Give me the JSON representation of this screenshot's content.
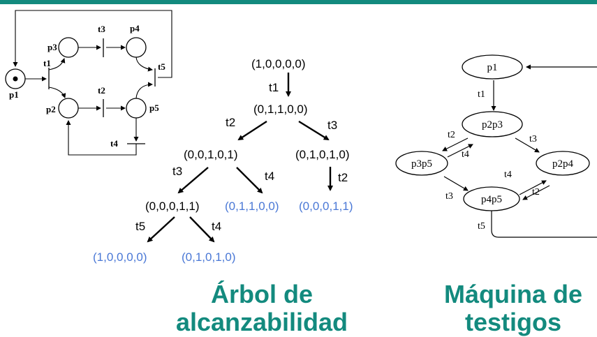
{
  "colors": {
    "accent_teal": "#138a7e",
    "marking_blue": "#4a78d6",
    "ink": "#000000"
  },
  "petri_net": {
    "places": [
      "p1",
      "p2",
      "p3",
      "p4",
      "p5"
    ],
    "transitions": [
      "t1",
      "t2",
      "t3",
      "t4",
      "t5"
    ],
    "initial_token_place": "p1"
  },
  "reachability_tree": {
    "nodes": [
      "(1,0,0,0,0)",
      "(0,1,1,0,0)",
      "(0,0,1,0,1)",
      "(0,1,0,1,0)",
      "(0,0,0,1,1)",
      "(0,1,1,0,0)",
      "(0,0,0,1,1)",
      "(1,0,0,0,0)",
      "(0,1,0,1,0)"
    ],
    "edge_labels": [
      "t1",
      "t2",
      "t3",
      "t3",
      "t4",
      "t2",
      "t5",
      "t4"
    ]
  },
  "token_machine": {
    "states": [
      "p1",
      "p2p3",
      "p3p5",
      "p2p4",
      "p4p5"
    ],
    "transition_labels": [
      "t1",
      "t2",
      "t4",
      "t3",
      "t4",
      "t2",
      "t3",
      "t5"
    ]
  },
  "captions": {
    "tree_line1": "Árbol de",
    "tree_line2": "alcanzabilidad",
    "machine_line1": "Máquina de",
    "machine_line2": "testigos"
  }
}
